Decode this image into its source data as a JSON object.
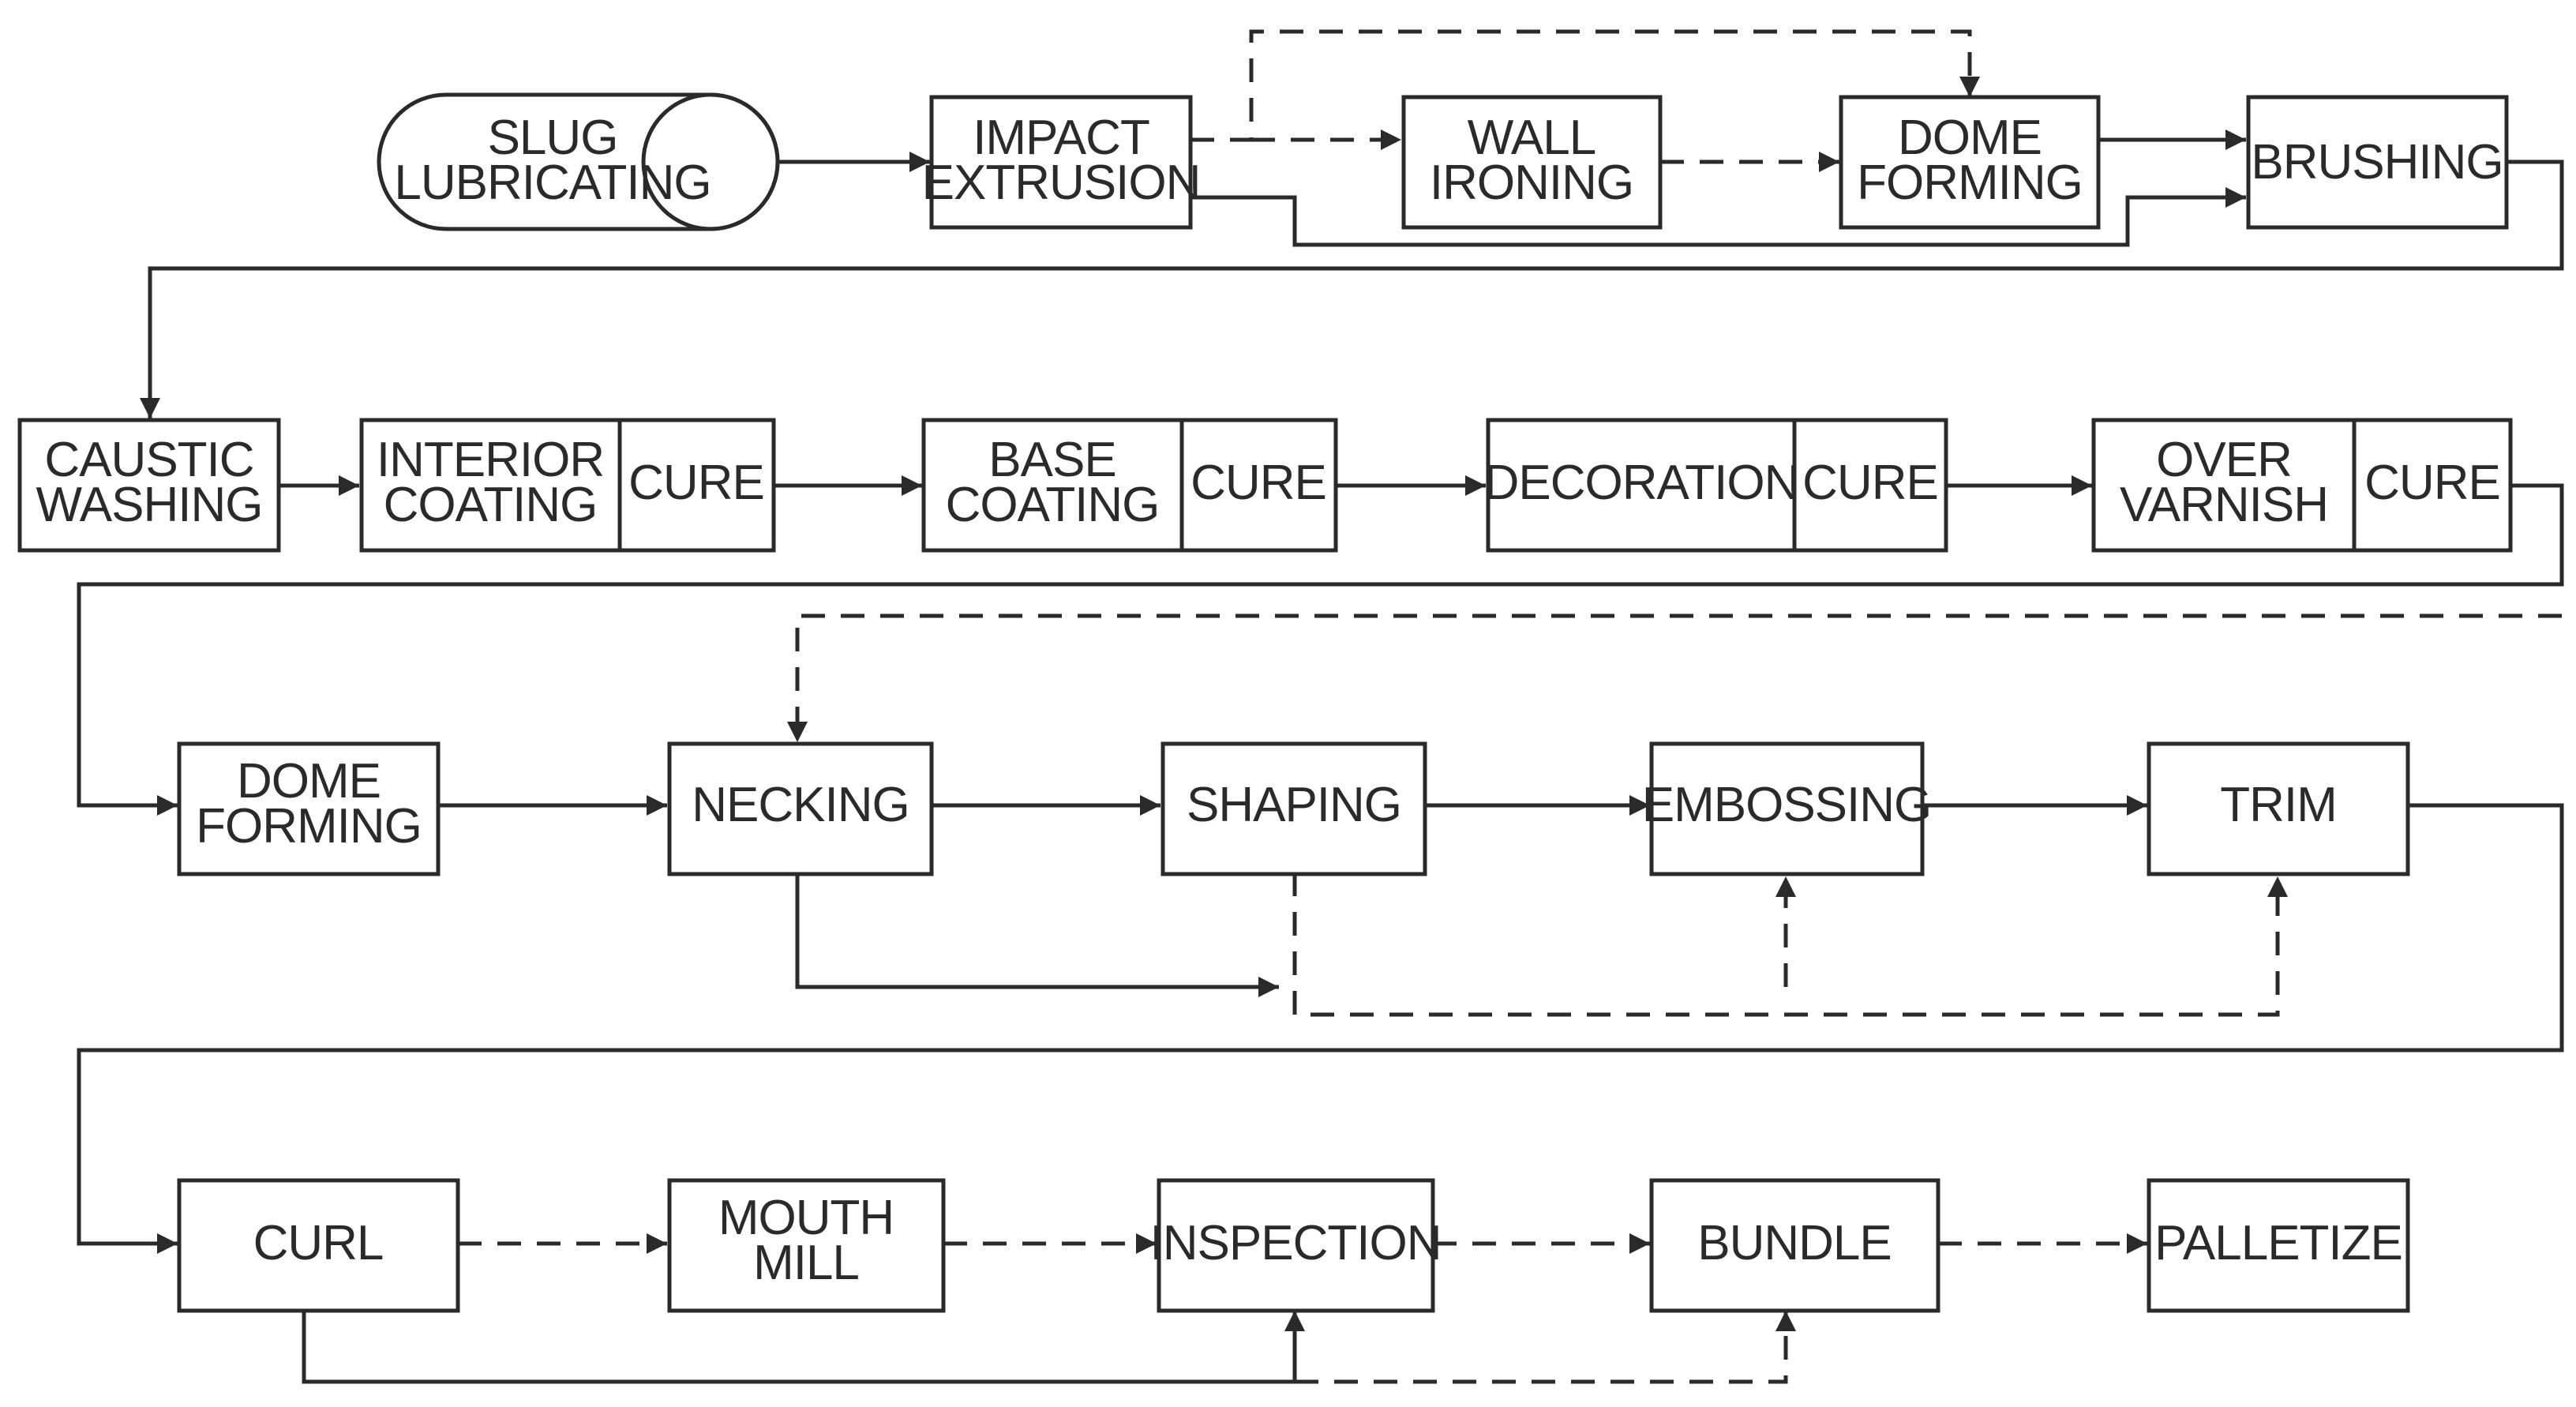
{
  "diagram": {
    "row1": {
      "slug_lubricating": [
        "SLUG",
        "LUBRICATING"
      ],
      "impact_extrusion": [
        "IMPACT",
        "EXTRUSION"
      ],
      "wall_ironing": [
        "WALL",
        "IRONING"
      ],
      "dome_forming": [
        "DOME",
        "FORMING"
      ],
      "brushing": "BRUSHING"
    },
    "row2": {
      "caustic_washing": [
        "CAUSTIC",
        "WASHING"
      ],
      "interior_coating": [
        "INTERIOR",
        "COATING"
      ],
      "interior_cure": "CURE",
      "base_coating": [
        "BASE",
        "COATING"
      ],
      "base_cure": "CURE",
      "decoration": "DECORATION",
      "decoration_cure": "CURE",
      "over_varnish": [
        "OVER",
        "VARNISH"
      ],
      "over_varnish_cure": "CURE"
    },
    "row3": {
      "dome_forming": [
        "DOME",
        "FORMING"
      ],
      "necking": "NECKING",
      "shaping": "SHAPING",
      "embossing": "EMBOSSING",
      "trim": "TRIM"
    },
    "row4": {
      "curl": "CURL",
      "mouth_mill": [
        "MOUTH",
        "MILL"
      ],
      "inspection": "INSPECTION",
      "bundle": "BUNDLE",
      "palletize": "PALLETIZE"
    },
    "line_color": "#2a2a2a"
  }
}
